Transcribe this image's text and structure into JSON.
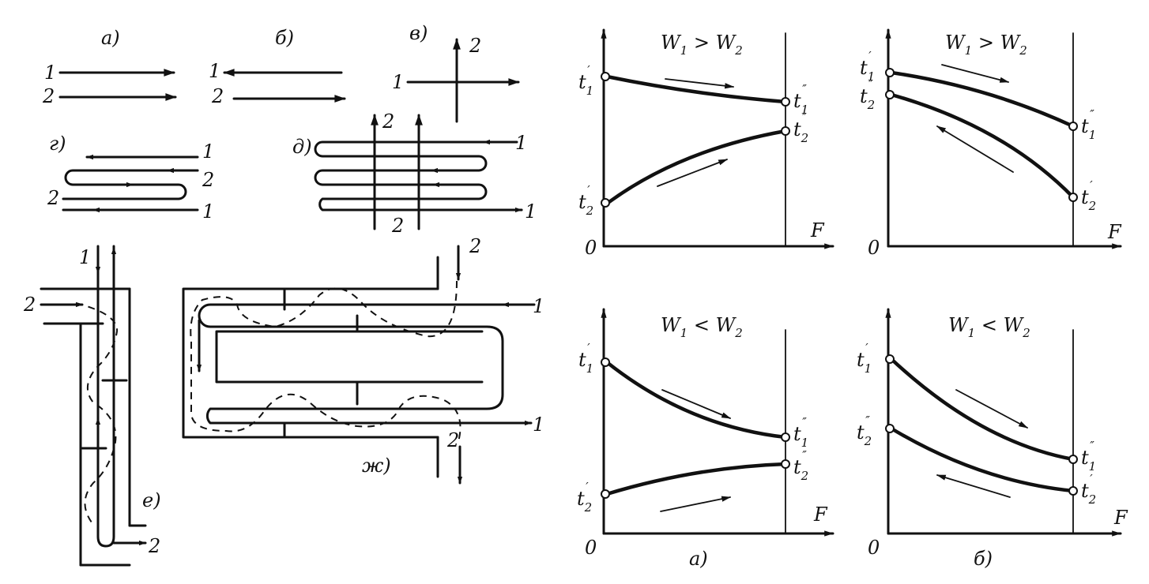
{
  "schemes": {
    "a": {
      "caption": "а)",
      "flow1": "1",
      "flow2": "2"
    },
    "b": {
      "caption": "б)",
      "flow1": "1",
      "flow2": "2"
    },
    "v": {
      "caption": "в)",
      "flow1": "1",
      "flow2": "2"
    },
    "g": {
      "caption": "г)",
      "flow1_top": "1",
      "flow2_mid": "2",
      "flow2_left": "2",
      "flow1_bottom": "1"
    },
    "d": {
      "caption": "д)",
      "flow2_top": "2",
      "flow1_top": "1",
      "flow2_bottom": "2",
      "flow1_bottom": "1"
    },
    "e": {
      "caption": "е)",
      "flow1": "1",
      "flow2_in": "2",
      "flow2_out": "2"
    },
    "zh": {
      "caption": "ж)",
      "flow2_in": "2",
      "flow1_in": "1",
      "flow1_out": "1",
      "flow2_out": "2"
    }
  },
  "graphs": {
    "top_left": {
      "title_w1": "W",
      "title_rel": " > W",
      "sub1": "1",
      "sub2": "2",
      "t1in": "t",
      "t1in_sub": "1",
      "t1in_mark": "′",
      "t1out": "t",
      "t1out_sub": "1",
      "t1out_mark": "″",
      "t2a": "t",
      "t2a_sub": "2",
      "t2a_mark": "″",
      "t2b": "t",
      "t2b_sub": "2",
      "t2b_mark": "′",
      "axis_x": "F",
      "origin": "0"
    },
    "top_right": {
      "title_w1": "W",
      "title_rel": " > W",
      "sub1": "1",
      "sub2": "2",
      "t1in": "t",
      "t1in_sub": "1",
      "t1in_mark": "′",
      "t1out": "t",
      "t1out_sub": "1",
      "t1out_mark": "″",
      "t2a": "t",
      "t2a_sub": "2",
      "t2a_mark": "″",
      "t2b": "t",
      "t2b_sub": "2",
      "t2b_mark": "′",
      "axis_x": "F",
      "origin": "0"
    },
    "bottom_left": {
      "title_w1": "W",
      "title_rel": " < W",
      "sub1": "1",
      "sub2": "2",
      "t1in": "t",
      "t1in_sub": "1",
      "t1in_mark": "′",
      "t1out": "t",
      "t1out_sub": "1",
      "t1out_mark": "″",
      "t2a": "t",
      "t2a_sub": "2",
      "t2a_mark": "″",
      "t2b": "t",
      "t2b_sub": "2",
      "t2b_mark": "′",
      "axis_x": "F",
      "origin": "0",
      "caption": "а)"
    },
    "bottom_right": {
      "title_w1": "W",
      "title_rel": " < W",
      "sub1": "1",
      "sub2": "2",
      "t1in": "t",
      "t1in_sub": "1",
      "t1in_mark": "′",
      "t1out": "t",
      "t1out_sub": "1",
      "t1out_mark": "″",
      "t2a": "t",
      "t2a_sub": "2",
      "t2a_mark": "″",
      "t2b": "t",
      "t2b_sub": "2",
      "t2b_mark": "′",
      "axis_x": "F",
      "origin": "0",
      "caption": "б)"
    }
  }
}
